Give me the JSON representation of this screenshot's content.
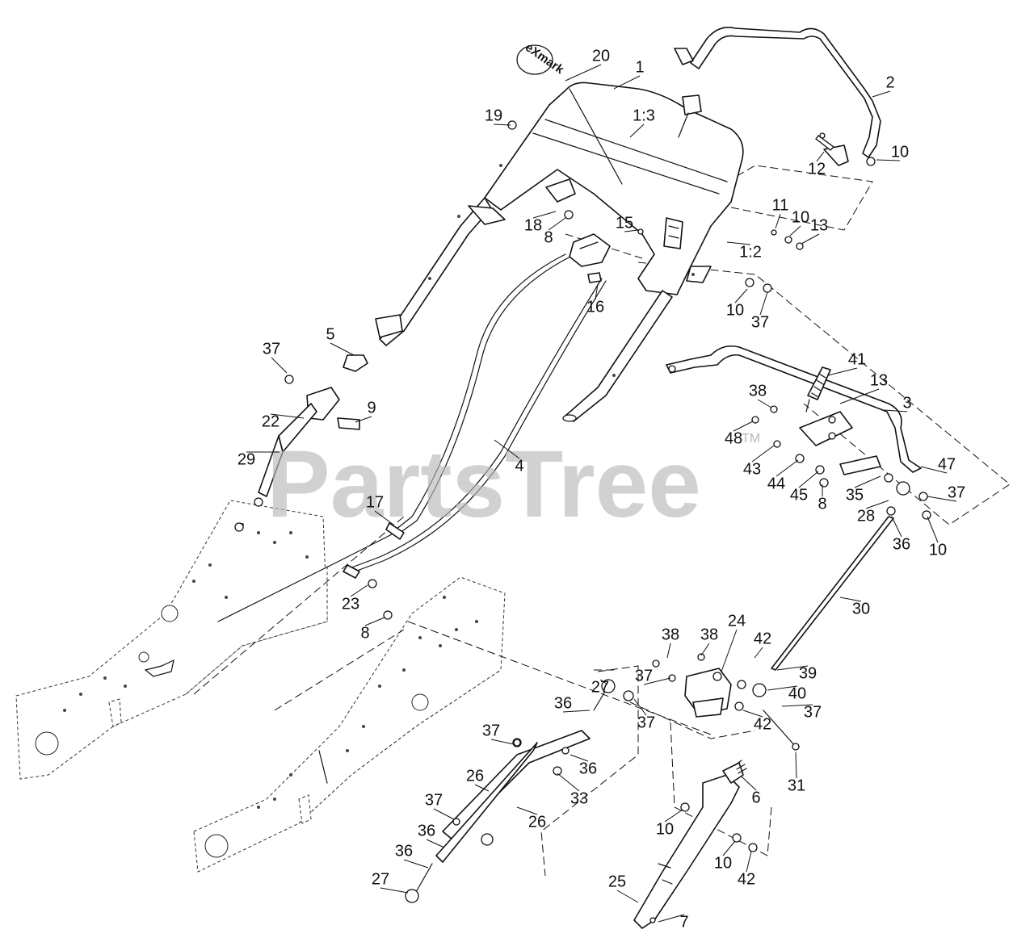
{
  "watermark": {
    "text": "PartsTree",
    "trademark": "TM"
  },
  "logo": {
    "text": "eXmark"
  },
  "callouts": [
    {
      "label": "20"
    },
    {
      "label": "1"
    },
    {
      "label": "2"
    },
    {
      "label": "19"
    },
    {
      "label": "1:3"
    },
    {
      "label": "12"
    },
    {
      "label": "10"
    },
    {
      "label": "11"
    },
    {
      "label": "10"
    },
    {
      "label": "13"
    },
    {
      "label": "18"
    },
    {
      "label": "8"
    },
    {
      "label": "15"
    },
    {
      "label": "1:2"
    },
    {
      "label": "16"
    },
    {
      "label": "10"
    },
    {
      "label": "37"
    },
    {
      "label": "5"
    },
    {
      "label": "37"
    },
    {
      "label": "9"
    },
    {
      "label": "22"
    },
    {
      "label": "29"
    },
    {
      "label": "41"
    },
    {
      "label": "13"
    },
    {
      "label": "38"
    },
    {
      "label": "3"
    },
    {
      "label": "48"
    },
    {
      "label": "4"
    },
    {
      "label": "43"
    },
    {
      "label": "47"
    },
    {
      "label": "44"
    },
    {
      "label": "45"
    },
    {
      "label": "8"
    },
    {
      "label": "35"
    },
    {
      "label": "37"
    },
    {
      "label": "28"
    },
    {
      "label": "17"
    },
    {
      "label": "36"
    },
    {
      "label": "10"
    },
    {
      "label": "23"
    },
    {
      "label": "30"
    },
    {
      "label": "8"
    },
    {
      "label": "38"
    },
    {
      "label": "38"
    },
    {
      "label": "24"
    },
    {
      "label": "42"
    },
    {
      "label": "39"
    },
    {
      "label": "37"
    },
    {
      "label": "27"
    },
    {
      "label": "40"
    },
    {
      "label": "36"
    },
    {
      "label": "37"
    },
    {
      "label": "37"
    },
    {
      "label": "42"
    },
    {
      "label": "37"
    },
    {
      "label": "36"
    },
    {
      "label": "26"
    },
    {
      "label": "33"
    },
    {
      "label": "6"
    },
    {
      "label": "31"
    },
    {
      "label": "37"
    },
    {
      "label": "26"
    },
    {
      "label": "10"
    },
    {
      "label": "36"
    },
    {
      "label": "36"
    },
    {
      "label": "10"
    },
    {
      "label": "42"
    },
    {
      "label": "27"
    },
    {
      "label": "25"
    },
    {
      "label": "7"
    }
  ]
}
